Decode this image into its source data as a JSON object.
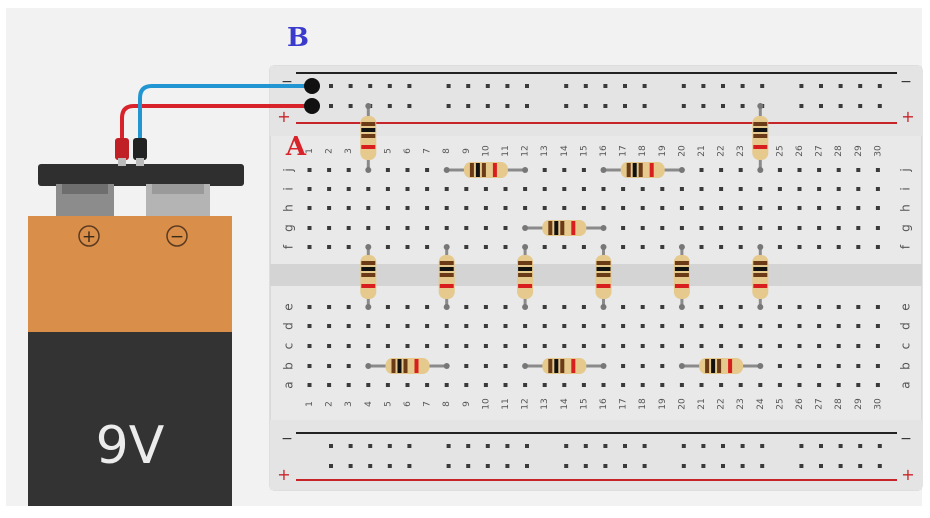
{
  "labels": {
    "point_a": "A",
    "point_b": "B"
  },
  "battery": {
    "voltage_label": "9V",
    "positive_symbol": "+",
    "negative_symbol": "−"
  },
  "breadboard": {
    "columns": 30,
    "rows_top": [
      "j",
      "i",
      "h",
      "g",
      "f"
    ],
    "rows_bottom": [
      "e",
      "d",
      "c",
      "b",
      "a"
    ],
    "rail_minus_symbol": "−",
    "rail_plus_symbol": "+"
  },
  "colors": {
    "background": "#f2f2f2",
    "board": "#e9e9e9",
    "rail_red": "#c8252a",
    "rail_black": "#222222",
    "wire_red": "#d8232a",
    "wire_blue": "#2196d3",
    "battery_orange": "#d98e4a",
    "battery_dark": "#333333",
    "label_red": "#d8232a",
    "label_blue": "#3a3acc"
  },
  "resistors": [
    {
      "id": "R1",
      "orientation": "vertical",
      "col": 4,
      "from": "+rail",
      "to": "j"
    },
    {
      "id": "R2",
      "orientation": "horizontal",
      "row": "j",
      "from_col": 8,
      "to_col": 12
    },
    {
      "id": "R3",
      "orientation": "horizontal",
      "row": "j",
      "from_col": 16,
      "to_col": 20
    },
    {
      "id": "R4",
      "orientation": "vertical",
      "col": 24,
      "from": "+rail",
      "to": "j"
    },
    {
      "id": "R5",
      "orientation": "horizontal",
      "row": "g",
      "from_col": 12,
      "to_col": 16
    },
    {
      "id": "R6",
      "orientation": "vertical",
      "col": 4,
      "from": "f",
      "to": "e"
    },
    {
      "id": "R7",
      "orientation": "vertical",
      "col": 8,
      "from": "f",
      "to": "e"
    },
    {
      "id": "R8",
      "orientation": "vertical",
      "col": 12,
      "from": "f",
      "to": "e"
    },
    {
      "id": "R9",
      "orientation": "vertical",
      "col": 16,
      "from": "f",
      "to": "e"
    },
    {
      "id": "R10",
      "orientation": "vertical",
      "col": 20,
      "from": "f",
      "to": "e"
    },
    {
      "id": "R11",
      "orientation": "vertical",
      "col": 24,
      "from": "f",
      "to": "e"
    },
    {
      "id": "R12",
      "orientation": "horizontal",
      "row": "b",
      "from_col": 4,
      "to_col": 8
    },
    {
      "id": "R13",
      "orientation": "horizontal",
      "row": "b",
      "from_col": 12,
      "to_col": 16
    },
    {
      "id": "R14",
      "orientation": "horizontal",
      "row": "b",
      "from_col": 20,
      "to_col": 24
    }
  ]
}
